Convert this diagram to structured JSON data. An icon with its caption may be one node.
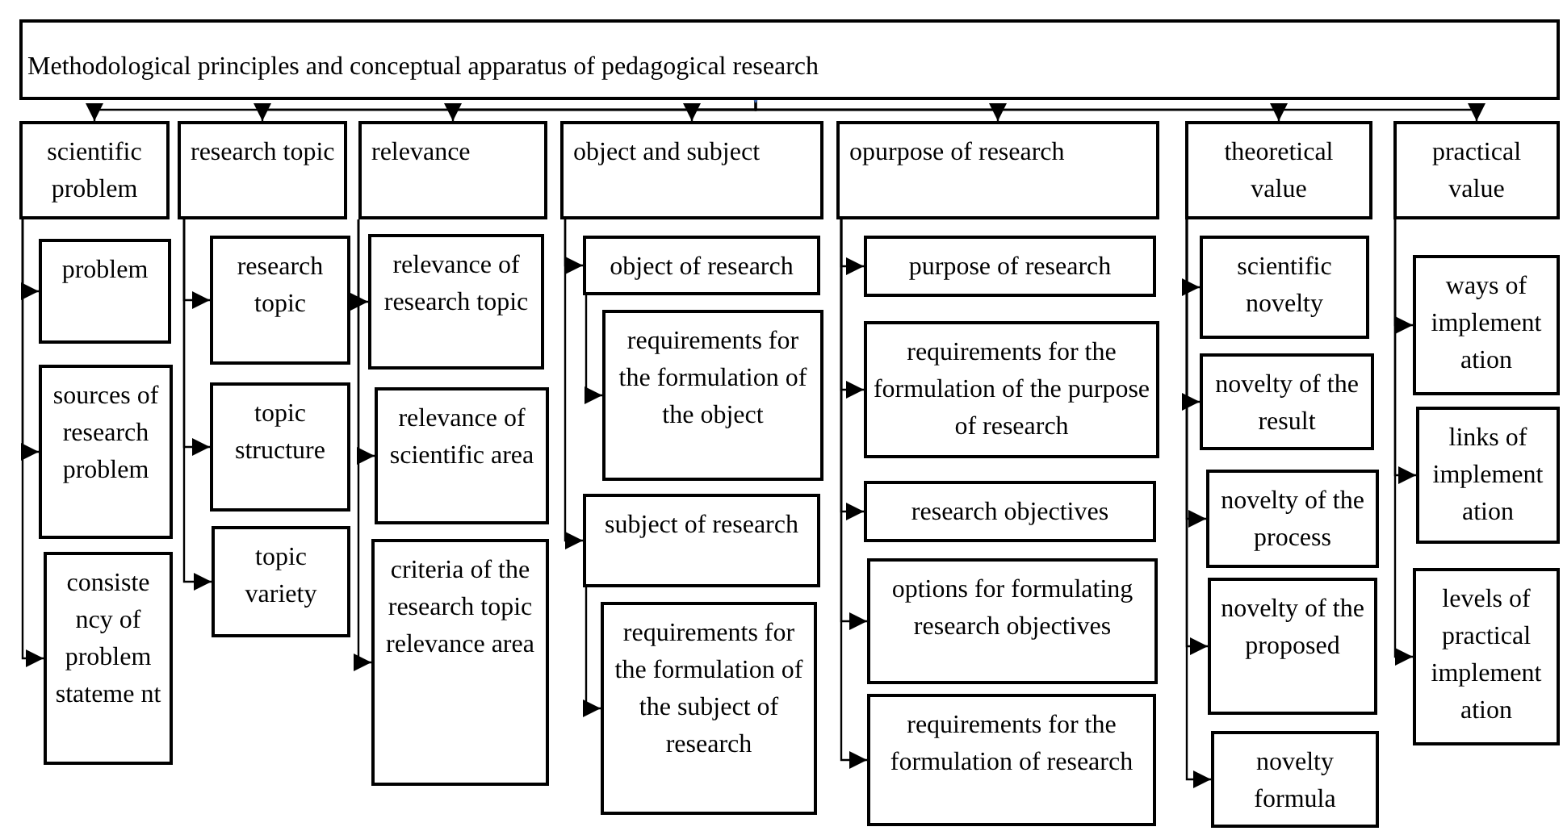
{
  "diagram": {
    "nodes": [
      {
        "text": [
          "Methodological principles and conceptual apparatus of pedagogical research"
        ]
      },
      {
        "text": [
          "scientific problem"
        ]
      },
      {
        "text": [
          "research topic"
        ]
      },
      {
        "text": [
          "relevance"
        ]
      },
      {
        "text": [
          "object and subject"
        ]
      },
      {
        "text": [
          "opurpose of research"
        ]
      },
      {
        "text": [
          "theoretical value"
        ]
      },
      {
        "text": [
          "practical value"
        ]
      },
      {
        "text": [
          "problem"
        ]
      },
      {
        "text": [
          "sources of research problem"
        ]
      },
      {
        "text": [
          "consiste ncy of problem stateme nt"
        ]
      },
      {
        "text": [
          "research topic"
        ]
      },
      {
        "text": [
          "topic structure"
        ]
      },
      {
        "text": [
          "topic variety"
        ]
      },
      {
        "text": [
          "relevance of research topic"
        ]
      },
      {
        "text": [
          "relevance of scientific area"
        ]
      },
      {
        "text": [
          "criteria of the research topic relevance area"
        ]
      },
      {
        "text": [
          "object of research"
        ]
      },
      {
        "text": [
          "requirements for the formulation of the object"
        ]
      },
      {
        "text": [
          "subject of research"
        ]
      },
      {
        "text": [
          "requirements for the formulation of the subject of research"
        ]
      },
      {
        "text": [
          "purpose of research"
        ]
      },
      {
        "text": [
          "requirements for the formulation of the purpose of research"
        ]
      },
      {
        "text": [
          "research objectives"
        ]
      },
      {
        "text": [
          "options for formulating research objectives"
        ]
      },
      {
        "text": [
          "requirements for the formulation of research"
        ]
      },
      {
        "text": [
          "scientific novelty"
        ]
      },
      {
        "text": [
          "novelty of the result"
        ]
      },
      {
        "text": [
          "novelty of the process"
        ]
      },
      {
        "text": [
          "novelty of the proposed"
        ]
      },
      {
        "text": [
          "novelty formula"
        ]
      },
      {
        "text": [
          "ways of implement ation"
        ]
      },
      {
        "text": [
          "links of implement ation"
        ]
      },
      {
        "text": [
          "levels of practical implement ation"
        ]
      }
    ],
    "edges": [
      {
        "from": 0,
        "to": 1,
        "arrow": "to"
      },
      {
        "from": 0,
        "to": 2,
        "arrow": "to"
      },
      {
        "from": 0,
        "to": 3,
        "arrow": "to"
      },
      {
        "from": 0,
        "to": 4,
        "arrow": "to"
      },
      {
        "from": 0,
        "to": 5,
        "arrow": "to"
      },
      {
        "from": 0,
        "to": 6,
        "arrow": "to"
      },
      {
        "from": 0,
        "to": 7,
        "arrow": "to"
      },
      {
        "from": 1,
        "to": 8,
        "arrow": "to"
      },
      {
        "from": 1,
        "to": 9,
        "arrow": "to"
      },
      {
        "from": 1,
        "to": 10,
        "arrow": "to"
      },
      {
        "from": 2,
        "to": 11,
        "arrow": "to"
      },
      {
        "from": 2,
        "to": 12,
        "arrow": "to"
      },
      {
        "from": 2,
        "to": 13,
        "arrow": "to"
      },
      {
        "from": 3,
        "to": 14,
        "arrow": "to"
      },
      {
        "from": 3,
        "to": 15,
        "arrow": "to"
      },
      {
        "from": 3,
        "to": 16,
        "arrow": "to"
      },
      {
        "from": 4,
        "to": 17,
        "arrow": "to"
      },
      {
        "from": 17,
        "to": 18,
        "arrow": "to"
      },
      {
        "from": 4,
        "to": 19,
        "arrow": "to"
      },
      {
        "from": 19,
        "to": 20,
        "arrow": "to"
      },
      {
        "from": 5,
        "to": 21,
        "arrow": "to"
      },
      {
        "from": 5,
        "to": 22,
        "arrow": "to"
      },
      {
        "from": 5,
        "to": 23,
        "arrow": "to"
      },
      {
        "from": 5,
        "to": 24,
        "arrow": "to"
      },
      {
        "from": 5,
        "to": 25,
        "arrow": "to"
      },
      {
        "from": 6,
        "to": 26,
        "arrow": "to"
      },
      {
        "from": 6,
        "to": 27,
        "arrow": "to"
      },
      {
        "from": 6,
        "to": 28,
        "arrow": "to"
      },
      {
        "from": 6,
        "to": 29,
        "arrow": "to"
      },
      {
        "from": 6,
        "to": 30,
        "arrow": "to"
      },
      {
        "from": 7,
        "to": 31,
        "arrow": "to"
      },
      {
        "from": 7,
        "to": 32,
        "arrow": "to"
      },
      {
        "from": 7,
        "to": 33,
        "arrow": "to"
      }
    ]
  }
}
